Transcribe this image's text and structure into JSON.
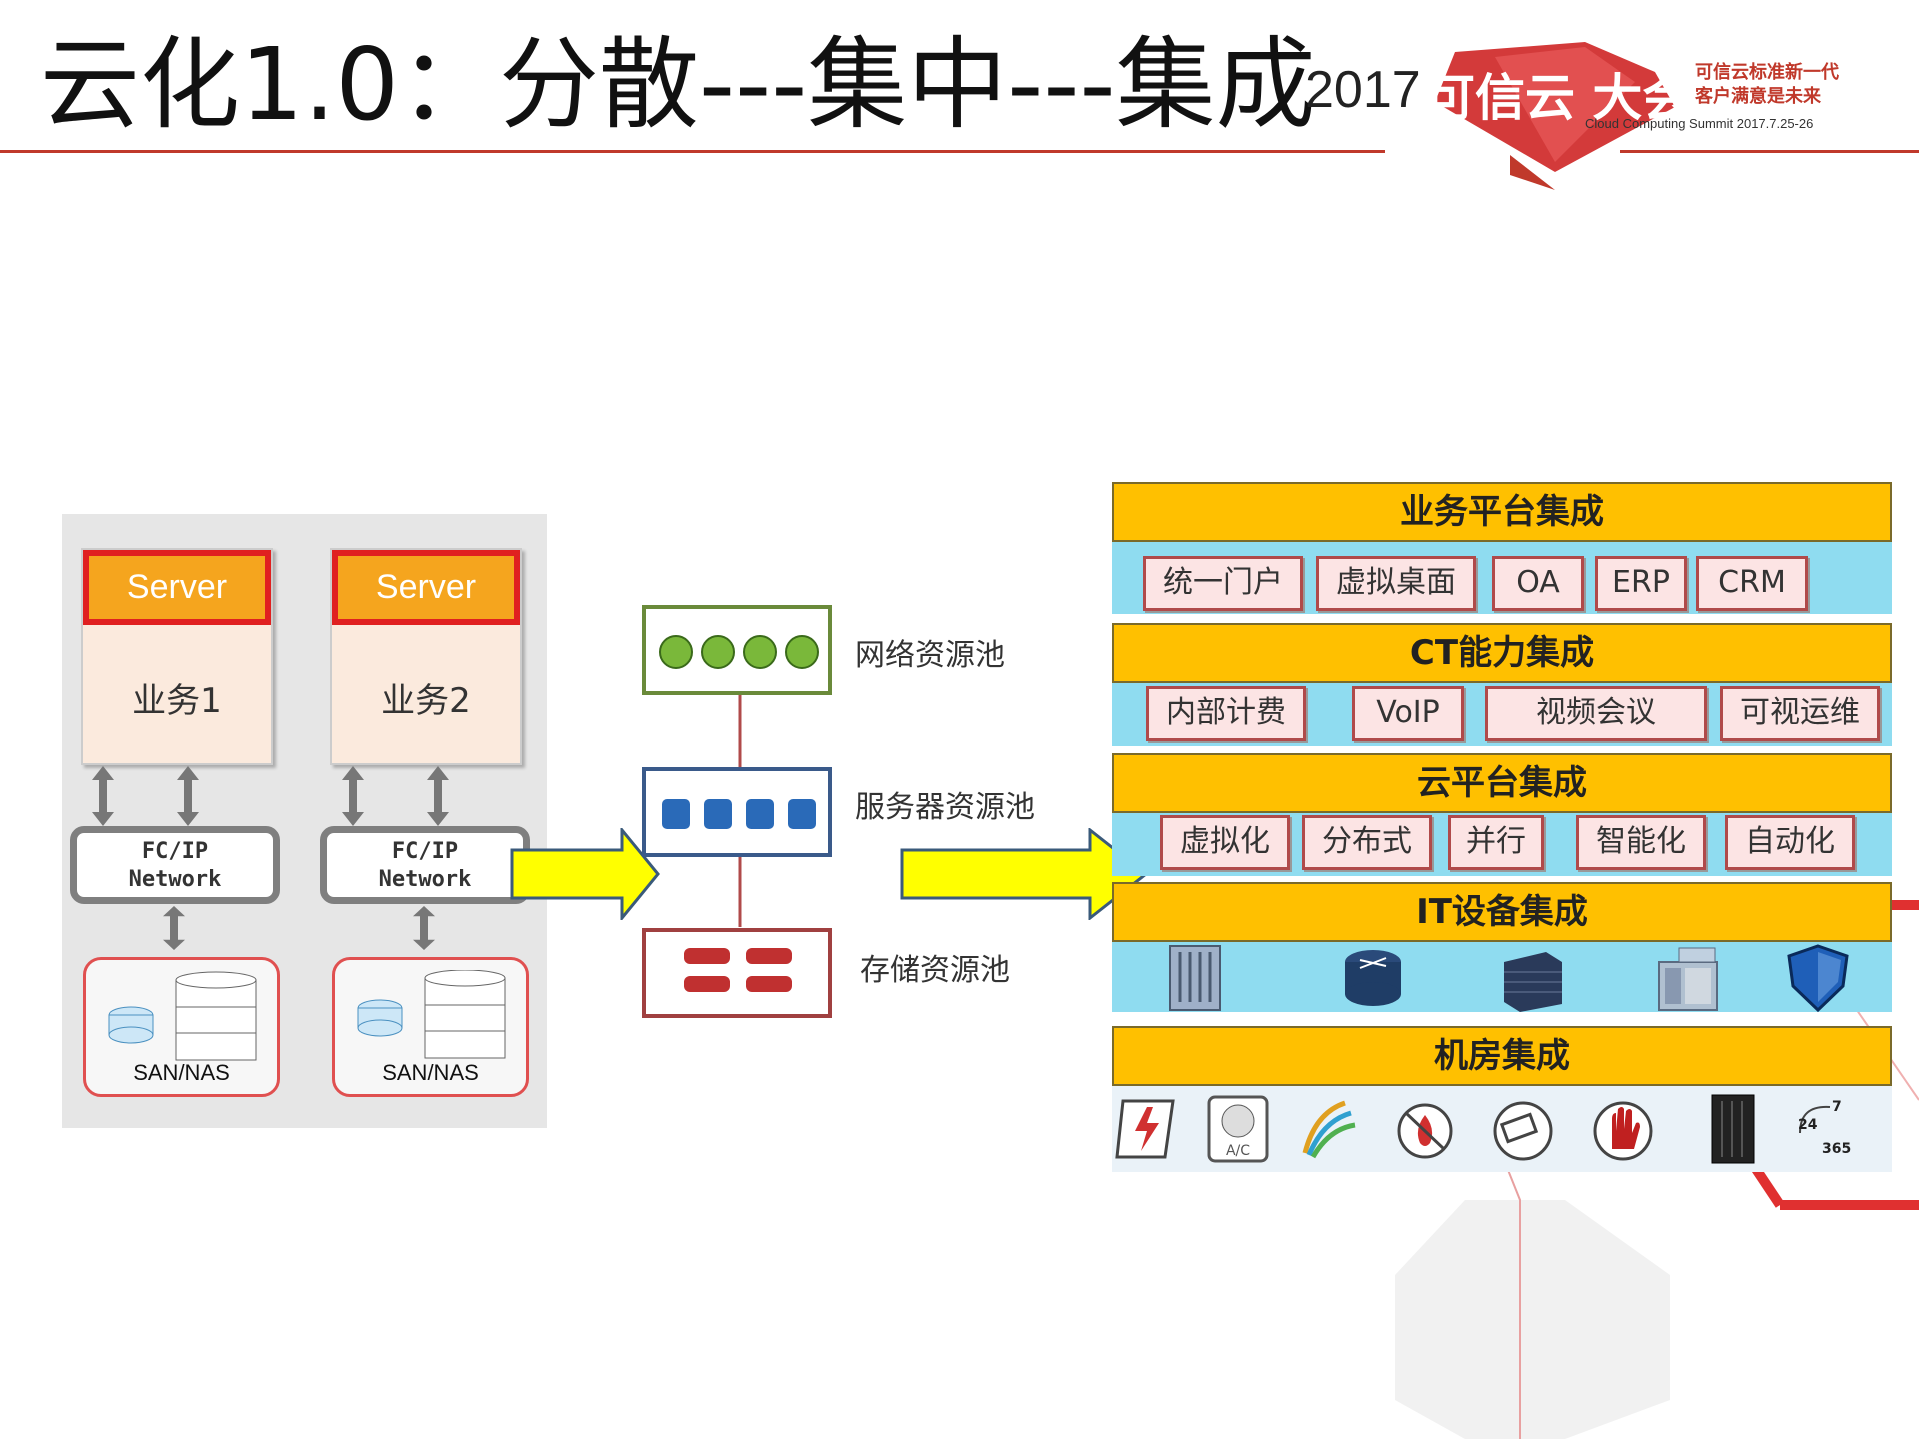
{
  "title": "云化1.0：分散---集中---集成",
  "logo": {
    "year": "2017",
    "name": "可信云 大会",
    "slogan_line1": "可信云标准新一代",
    "slogan_line2": "客户满意是未来",
    "subtitle": "Cloud Computing Summit 2017.7.25-26"
  },
  "left": {
    "servers": [
      {
        "header": "Server",
        "business": "业务1",
        "network_line1": "FC/IP",
        "network_line2": "Network",
        "storage_label": "SAN/NAS"
      },
      {
        "header": "Server",
        "business": "业务2",
        "network_line1": "FC/IP",
        "network_line2": "Network",
        "storage_label": "SAN/NAS"
      }
    ]
  },
  "middle": {
    "pools": [
      {
        "label": "网络资源池",
        "icon": "green-circles"
      },
      {
        "label": "服务器资源池",
        "icon": "blue-cubes"
      },
      {
        "label": "存储资源池",
        "icon": "red-disks"
      }
    ]
  },
  "right": {
    "layers": [
      {
        "title": "业务平台集成",
        "items": [
          "统一门户",
          "虚拟桌面",
          "OA",
          "ERP",
          "CRM"
        ]
      },
      {
        "title": "CT能力集成",
        "items": [
          "内部计费",
          "VoIP",
          "视频会议",
          "可视运维"
        ]
      },
      {
        "title": "云平台集成",
        "items": [
          "虚拟化",
          "分布式",
          "并行",
          "智能化",
          "自动化"
        ]
      },
      {
        "title": "IT设备集成",
        "icons": [
          "blade-server-icon",
          "router-icon",
          "raid-storage-icon",
          "rack-server-icon",
          "security-shield-icon"
        ]
      },
      {
        "title": "机房集成",
        "icons": [
          "power-icon",
          "ac-fan-icon",
          "cabling-icon",
          "fire-protection-icon",
          "surveillance-camera-icon",
          "access-control-icon",
          "cabinet-icon",
          "24-7-365-icon"
        ]
      }
    ]
  },
  "colors": {
    "accent_red": "#c0392b",
    "band_yellow": "#ffc000",
    "band_cyan": "#8fdcf0",
    "chip_pink": "#fce4e4",
    "arrow_yellow": "#ffff00"
  }
}
